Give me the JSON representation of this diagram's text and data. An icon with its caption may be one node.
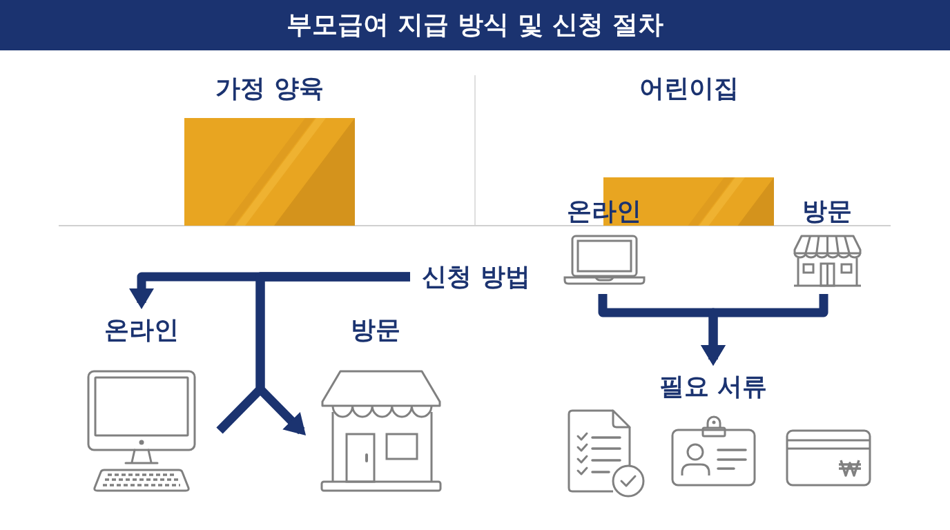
{
  "diagram": {
    "title": "부모급여 지급 방식 및 신청 절차",
    "nodes": [
      {
        "text": [
          "가정 양육"
        ]
      },
      {
        "text": [
          "어린이집"
        ]
      },
      {
        "text": [
          "신청 방법"
        ]
      },
      {
        "text": [
          "온라인"
        ]
      },
      {
        "text": [
          "방문"
        ]
      },
      {
        "text": [
          "온라인"
        ]
      },
      {
        "text": [
          "방문"
        ]
      },
      {
        "text": [
          "필요 서류"
        ]
      }
    ],
    "edges": [
      {
        "from": 2,
        "to": 3,
        "arrow": "to"
      },
      {
        "from": 2,
        "to": 4,
        "arrow": "to"
      },
      {
        "from": 2,
        "to": null,
        "arrow": "none"
      },
      {
        "from": 5,
        "to": 7,
        "arrow": "to"
      },
      {
        "from": 6,
        "to": 7,
        "arrow": "to"
      }
    ]
  }
}
